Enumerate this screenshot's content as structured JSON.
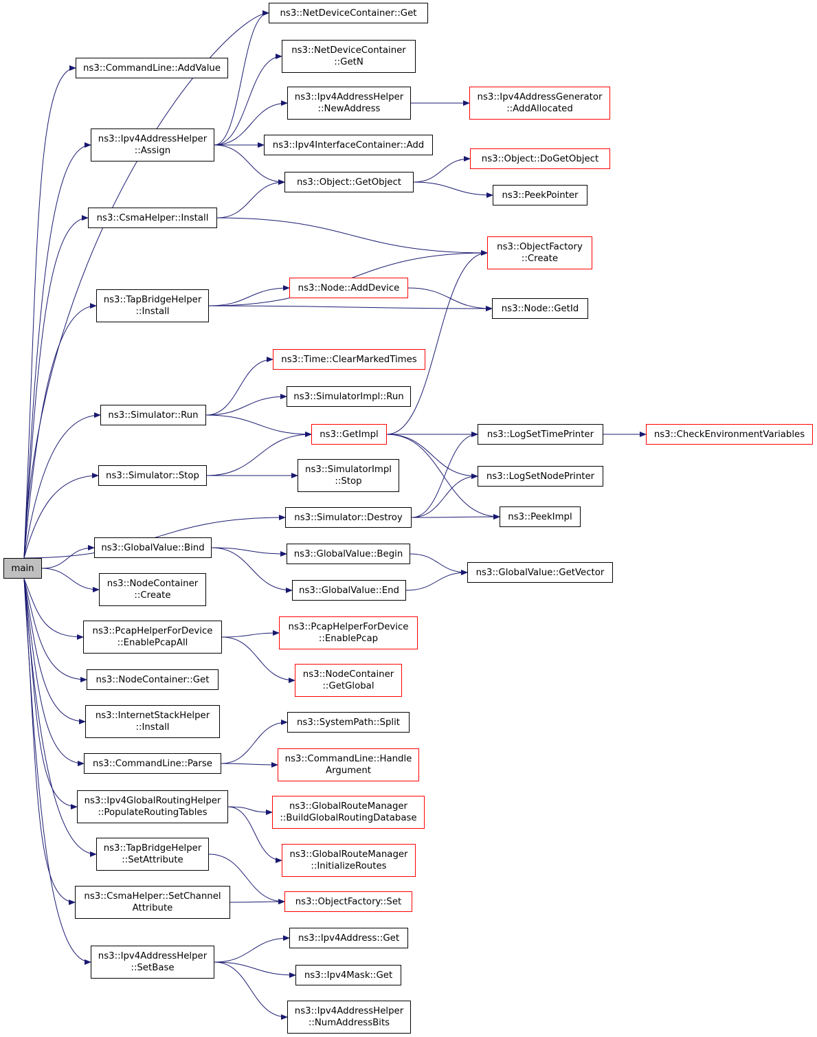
{
  "colors": {
    "edge": "#191970",
    "normal_border": "#000000",
    "external_border": "#ff0000",
    "root_fill": "#bfbfbf"
  },
  "nodes": {
    "main": {
      "lines": [
        "main"
      ],
      "style": "root"
    },
    "cl_addvalue": {
      "lines": [
        "ns3::CommandLine::AddValue"
      ],
      "style": "normal"
    },
    "ipv4ah_assign": {
      "lines": [
        "ns3::Ipv4AddressHelper",
        "::Assign"
      ],
      "style": "normal"
    },
    "csma_install": {
      "lines": [
        "ns3::CsmaHelper::Install"
      ],
      "style": "normal"
    },
    "tapbridge_install": {
      "lines": [
        "ns3::TapBridgeHelper",
        "::Install"
      ],
      "style": "normal"
    },
    "sim_run": {
      "lines": [
        "ns3::Simulator::Run"
      ],
      "style": "normal"
    },
    "sim_stop": {
      "lines": [
        "ns3::Simulator::Stop"
      ],
      "style": "normal"
    },
    "gv_bind": {
      "lines": [
        "ns3::GlobalValue::Bind"
      ],
      "style": "normal"
    },
    "nc_create": {
      "lines": [
        "ns3::NodeContainer",
        "::Create"
      ],
      "style": "normal"
    },
    "pcap_enableall": {
      "lines": [
        "ns3::PcapHelperForDevice",
        "::EnablePcapAll"
      ],
      "style": "normal"
    },
    "nc_get": {
      "lines": [
        "ns3::NodeContainer::Get"
      ],
      "style": "normal"
    },
    "ish_install": {
      "lines": [
        "ns3::InternetStackHelper",
        "::Install"
      ],
      "style": "normal"
    },
    "cl_parse": {
      "lines": [
        "ns3::CommandLine::Parse"
      ],
      "style": "normal"
    },
    "ipv4grh_populate": {
      "lines": [
        "ns3::Ipv4GlobalRoutingHelper",
        "::PopulateRoutingTables"
      ],
      "style": "normal"
    },
    "tapbridge_setattr": {
      "lines": [
        "ns3::TapBridgeHelper",
        "::SetAttribute"
      ],
      "style": "normal"
    },
    "csma_setchannelattr": {
      "lines": [
        "ns3::CsmaHelper::SetChannel",
        "Attribute"
      ],
      "style": "normal"
    },
    "ipv4ah_setbase": {
      "lines": [
        "ns3::Ipv4AddressHelper",
        "::SetBase"
      ],
      "style": "normal"
    },
    "ndc_get": {
      "lines": [
        "ns3::NetDeviceContainer::Get"
      ],
      "style": "normal"
    },
    "ndc_getn": {
      "lines": [
        "ns3::NetDeviceContainer",
        "::GetN"
      ],
      "style": "normal"
    },
    "ipv4ah_newaddress": {
      "lines": [
        "ns3::Ipv4AddressHelper",
        "::NewAddress"
      ],
      "style": "normal"
    },
    "ipv4ic_add": {
      "lines": [
        "ns3::Ipv4InterfaceContainer::Add"
      ],
      "style": "normal"
    },
    "obj_getobject": {
      "lines": [
        "ns3::Object::GetObject"
      ],
      "style": "normal"
    },
    "node_adddevice": {
      "lines": [
        "ns3::Node::AddDevice"
      ],
      "style": "external"
    },
    "time_clearmarked": {
      "lines": [
        "ns3::Time::ClearMarkedTimes"
      ],
      "style": "external"
    },
    "simimpl_run": {
      "lines": [
        "ns3::SimulatorImpl::Run"
      ],
      "style": "normal"
    },
    "getimpl": {
      "lines": [
        "ns3::GetImpl"
      ],
      "style": "external"
    },
    "simimpl_stop": {
      "lines": [
        "ns3::SimulatorImpl",
        "::Stop"
      ],
      "style": "normal"
    },
    "sim_destroy": {
      "lines": [
        "ns3::Simulator::Destroy"
      ],
      "style": "normal"
    },
    "gv_begin": {
      "lines": [
        "ns3::GlobalValue::Begin"
      ],
      "style": "normal"
    },
    "gv_end": {
      "lines": [
        "ns3::GlobalValue::End"
      ],
      "style": "normal"
    },
    "pcap_enable": {
      "lines": [
        "ns3::PcapHelperForDevice",
        "::EnablePcap"
      ],
      "style": "external"
    },
    "nc_getglobal": {
      "lines": [
        "ns3::NodeContainer",
        "::GetGlobal"
      ],
      "style": "external"
    },
    "syspath_split": {
      "lines": [
        "ns3::SystemPath::Split"
      ],
      "style": "normal"
    },
    "cl_handlearg": {
      "lines": [
        "ns3::CommandLine::Handle",
        "Argument"
      ],
      "style": "external"
    },
    "grm_buildgrdb": {
      "lines": [
        "ns3::GlobalRouteManager",
        "::BuildGlobalRoutingDatabase"
      ],
      "style": "external"
    },
    "grm_initroutes": {
      "lines": [
        "ns3::GlobalRouteManager",
        "::InitializeRoutes"
      ],
      "style": "external"
    },
    "of_set": {
      "lines": [
        "ns3::ObjectFactory::Set"
      ],
      "style": "external"
    },
    "ipv4addr_get": {
      "lines": [
        "ns3::Ipv4Address::Get"
      ],
      "style": "normal"
    },
    "ipv4mask_get": {
      "lines": [
        "ns3::Ipv4Mask::Get"
      ],
      "style": "normal"
    },
    "ipv4ah_numaddrbits": {
      "lines": [
        "ns3::Ipv4AddressHelper",
        "::NumAddressBits"
      ],
      "style": "normal"
    },
    "ipv4ag_addalloc": {
      "lines": [
        "ns3::Ipv4AddressGenerator",
        "::AddAllocated"
      ],
      "style": "external"
    },
    "obj_dogetobject": {
      "lines": [
        "ns3::Object::DoGetObject"
      ],
      "style": "external"
    },
    "peekpointer": {
      "lines": [
        "ns3::PeekPointer"
      ],
      "style": "normal"
    },
    "of_create": {
      "lines": [
        "ns3::ObjectFactory",
        "::Create"
      ],
      "style": "external"
    },
    "node_getid": {
      "lines": [
        "ns3::Node::GetId"
      ],
      "style": "normal"
    },
    "log_settimeprinter": {
      "lines": [
        "ns3::LogSetTimePrinter"
      ],
      "style": "normal"
    },
    "log_setnodeprinter": {
      "lines": [
        "ns3::LogSetNodePrinter"
      ],
      "style": "normal"
    },
    "peekimpl": {
      "lines": [
        "ns3::PeekImpl"
      ],
      "style": "normal"
    },
    "gv_getvector": {
      "lines": [
        "ns3::GlobalValue::GetVector"
      ],
      "style": "normal"
    },
    "checkenvvars": {
      "lines": [
        "ns3::CheckEnvironmentVariables"
      ],
      "style": "external"
    }
  },
  "edges": [
    [
      "main",
      "cl_addvalue"
    ],
    [
      "main",
      "ndc_get"
    ],
    [
      "main",
      "ipv4ah_assign"
    ],
    [
      "main",
      "csma_install"
    ],
    [
      "main",
      "tapbridge_install"
    ],
    [
      "main",
      "sim_run"
    ],
    [
      "main",
      "sim_stop"
    ],
    [
      "main",
      "sim_destroy"
    ],
    [
      "main",
      "gv_bind"
    ],
    [
      "main",
      "nc_create"
    ],
    [
      "main",
      "pcap_enableall"
    ],
    [
      "main",
      "nc_get"
    ],
    [
      "main",
      "ish_install"
    ],
    [
      "main",
      "cl_parse"
    ],
    [
      "main",
      "ipv4grh_populate"
    ],
    [
      "main",
      "tapbridge_setattr"
    ],
    [
      "main",
      "csma_setchannelattr"
    ],
    [
      "main",
      "ipv4ah_setbase"
    ],
    [
      "ipv4ah_assign",
      "ndc_get"
    ],
    [
      "ipv4ah_assign",
      "ndc_getn"
    ],
    [
      "ipv4ah_assign",
      "ipv4ah_newaddress"
    ],
    [
      "ipv4ah_assign",
      "ipv4ic_add"
    ],
    [
      "ipv4ah_assign",
      "obj_getobject"
    ],
    [
      "ipv4ah_newaddress",
      "ipv4ag_addalloc"
    ],
    [
      "obj_getobject",
      "obj_dogetobject"
    ],
    [
      "obj_getobject",
      "peekpointer"
    ],
    [
      "csma_install",
      "obj_getobject"
    ],
    [
      "csma_install",
      "of_create"
    ],
    [
      "tapbridge_install",
      "of_create"
    ],
    [
      "tapbridge_install",
      "node_adddevice"
    ],
    [
      "tapbridge_install",
      "node_getid"
    ],
    [
      "node_adddevice",
      "node_getid"
    ],
    [
      "sim_run",
      "time_clearmarked"
    ],
    [
      "sim_run",
      "simimpl_run"
    ],
    [
      "sim_run",
      "getimpl"
    ],
    [
      "getimpl",
      "of_create"
    ],
    [
      "getimpl",
      "log_settimeprinter"
    ],
    [
      "getimpl",
      "log_setnodeprinter"
    ],
    [
      "getimpl",
      "peekimpl"
    ],
    [
      "log_settimeprinter",
      "checkenvvars"
    ],
    [
      "sim_stop",
      "getimpl"
    ],
    [
      "sim_stop",
      "simimpl_stop"
    ],
    [
      "sim_destroy",
      "log_settimeprinter"
    ],
    [
      "sim_destroy",
      "log_setnodeprinter"
    ],
    [
      "sim_destroy",
      "peekimpl"
    ],
    [
      "gv_bind",
      "gv_begin"
    ],
    [
      "gv_bind",
      "gv_end"
    ],
    [
      "gv_begin",
      "gv_getvector"
    ],
    [
      "gv_end",
      "gv_getvector"
    ],
    [
      "pcap_enableall",
      "pcap_enable"
    ],
    [
      "pcap_enableall",
      "nc_getglobal"
    ],
    [
      "cl_parse",
      "syspath_split"
    ],
    [
      "cl_parse",
      "cl_handlearg"
    ],
    [
      "ipv4grh_populate",
      "grm_buildgrdb"
    ],
    [
      "ipv4grh_populate",
      "grm_initroutes"
    ],
    [
      "tapbridge_setattr",
      "of_set"
    ],
    [
      "csma_setchannelattr",
      "of_set"
    ],
    [
      "ipv4ah_setbase",
      "ipv4addr_get"
    ],
    [
      "ipv4ah_setbase",
      "ipv4mask_get"
    ],
    [
      "ipv4ah_setbase",
      "ipv4ah_numaddrbits"
    ]
  ]
}
